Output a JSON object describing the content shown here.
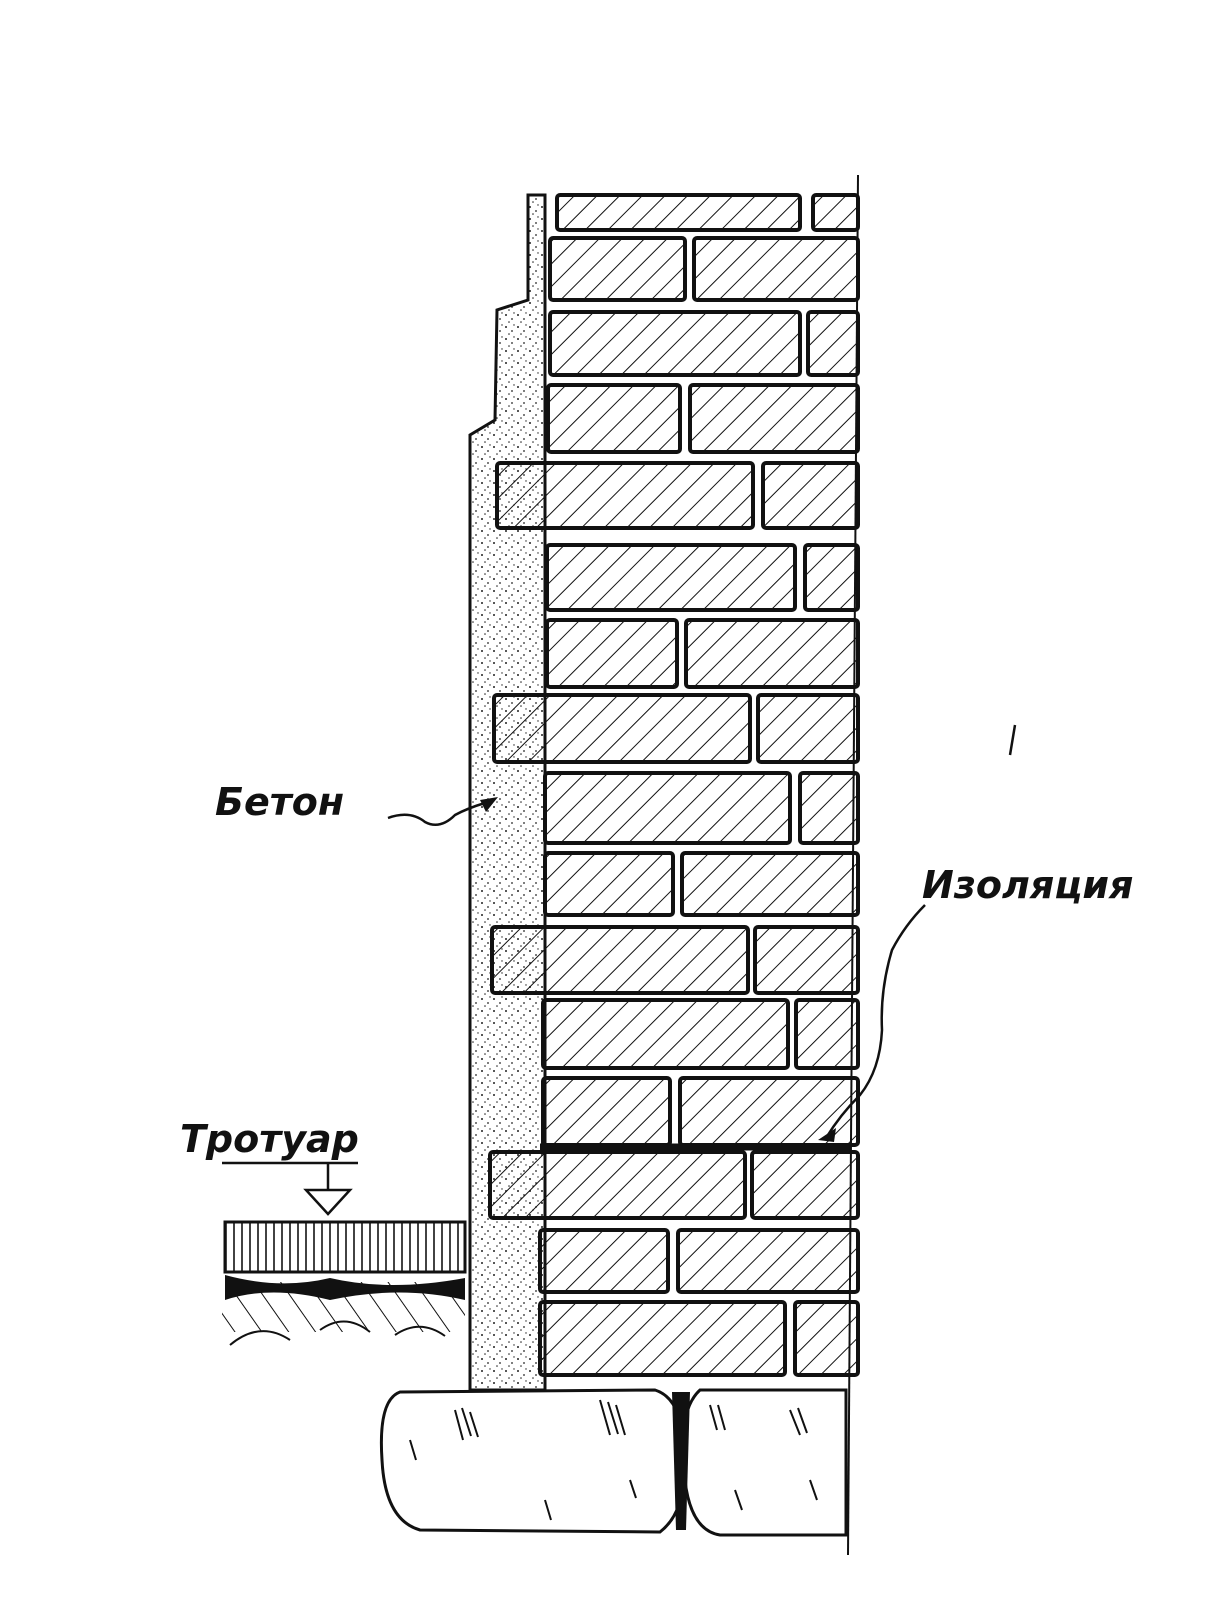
{
  "labels": {
    "concrete": "Бетон",
    "insulation": "Изоляция",
    "sidewalk": "Тротуар"
  },
  "colors": {
    "ink": "#111111",
    "paper": "#ffffff"
  }
}
